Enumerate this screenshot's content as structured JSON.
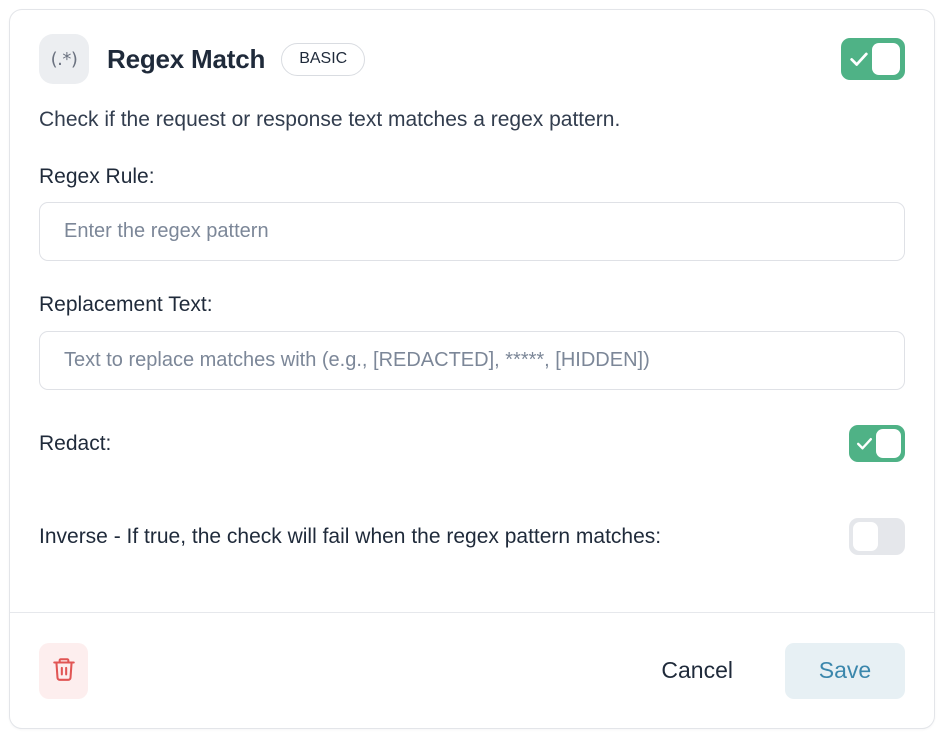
{
  "card": {
    "icon_glyph": "(.*)",
    "icon_name": "regex-icon",
    "title": "Regex Match",
    "badge": "BASIC",
    "enabled_toggle": {
      "name": "enable-rule-toggle",
      "state": "on",
      "check_glyph": "✓"
    },
    "description": "Check if the request or response text matches a regex pattern."
  },
  "fields": [
    {
      "label": "Regex Rule:",
      "value": "",
      "placeholder": "Enter the regex pattern"
    },
    {
      "label": "Replacement Text:",
      "value": "",
      "placeholder": "Text to replace matches with (e.g., [REDACTED], *****, [HIDDEN])"
    }
  ],
  "switches": [
    {
      "label": "Redact:",
      "state": "on",
      "check_glyph": "✓"
    },
    {
      "label": "Inverse - If true, the check will fail when the regex pattern matches:",
      "state": "off",
      "check_glyph": ""
    }
  ],
  "footer": {
    "delete_icon": "trash-icon",
    "cancel_label": "Cancel",
    "save_label": "Save"
  },
  "colors": {
    "toggle_on": "#4fb286",
    "toggle_off": "#e5e7eb",
    "save_text": "#3b87ac",
    "save_bg": "#e7f0f4",
    "delete_bg": "#fdeeee",
    "delete_icon": "#e15554",
    "text": "#1f2a3a",
    "placeholder": "#7c8798",
    "border": "#dfe1e6"
  }
}
